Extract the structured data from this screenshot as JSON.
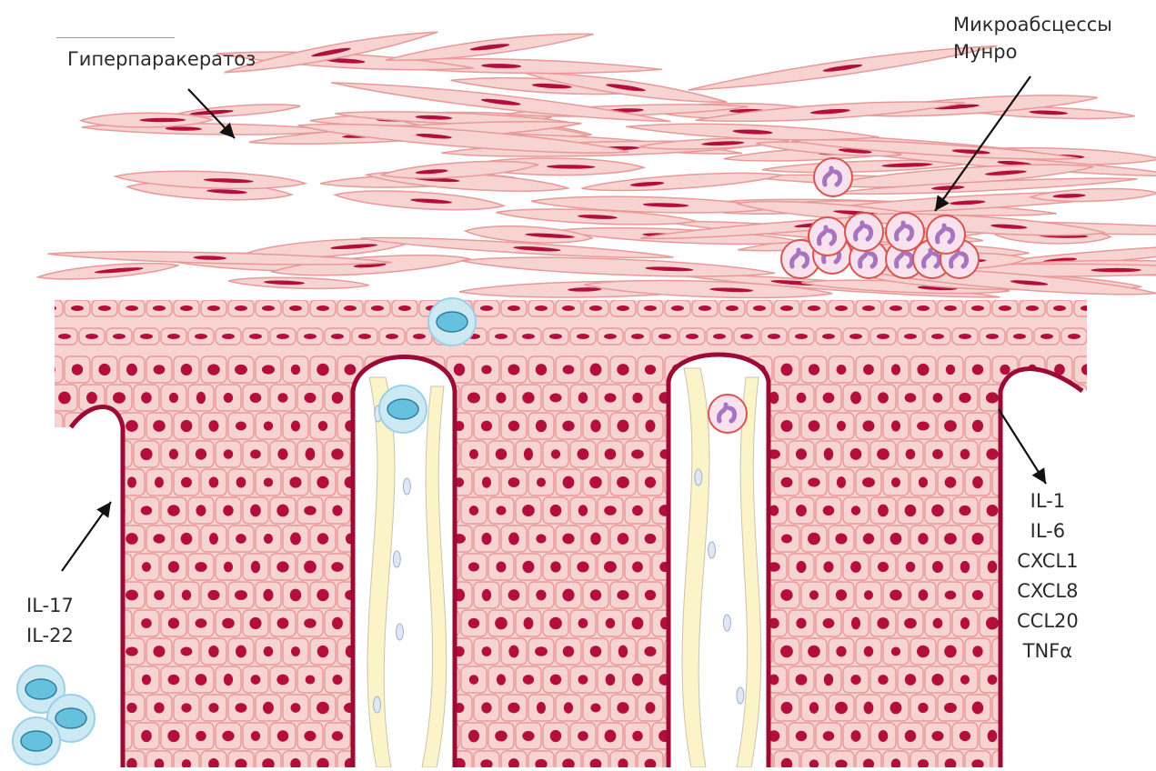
{
  "diagram": {
    "labels": {
      "hyperparakeratosis": "Гиперпаракератоз",
      "munro_line1": "Микроабсцессы",
      "munro_line2": "Мунро",
      "left_cytokines": [
        "IL-17",
        "IL-22"
      ],
      "right_cytokines": [
        "IL-1",
        "IL-6",
        "CXCL1",
        "CXCL8",
        "CCL20",
        "TNFα"
      ]
    },
    "colors": {
      "cell_fill": "#f7d3d1",
      "cell_stroke": "#e79a99",
      "nucleus": "#b30f3c",
      "basement_membrane": "#9b0b34",
      "dermis_cell": "#fbf4c8",
      "immune_cell": "#66c1de",
      "neutrophil": "#a874c0",
      "arrow": "#111111"
    }
  }
}
